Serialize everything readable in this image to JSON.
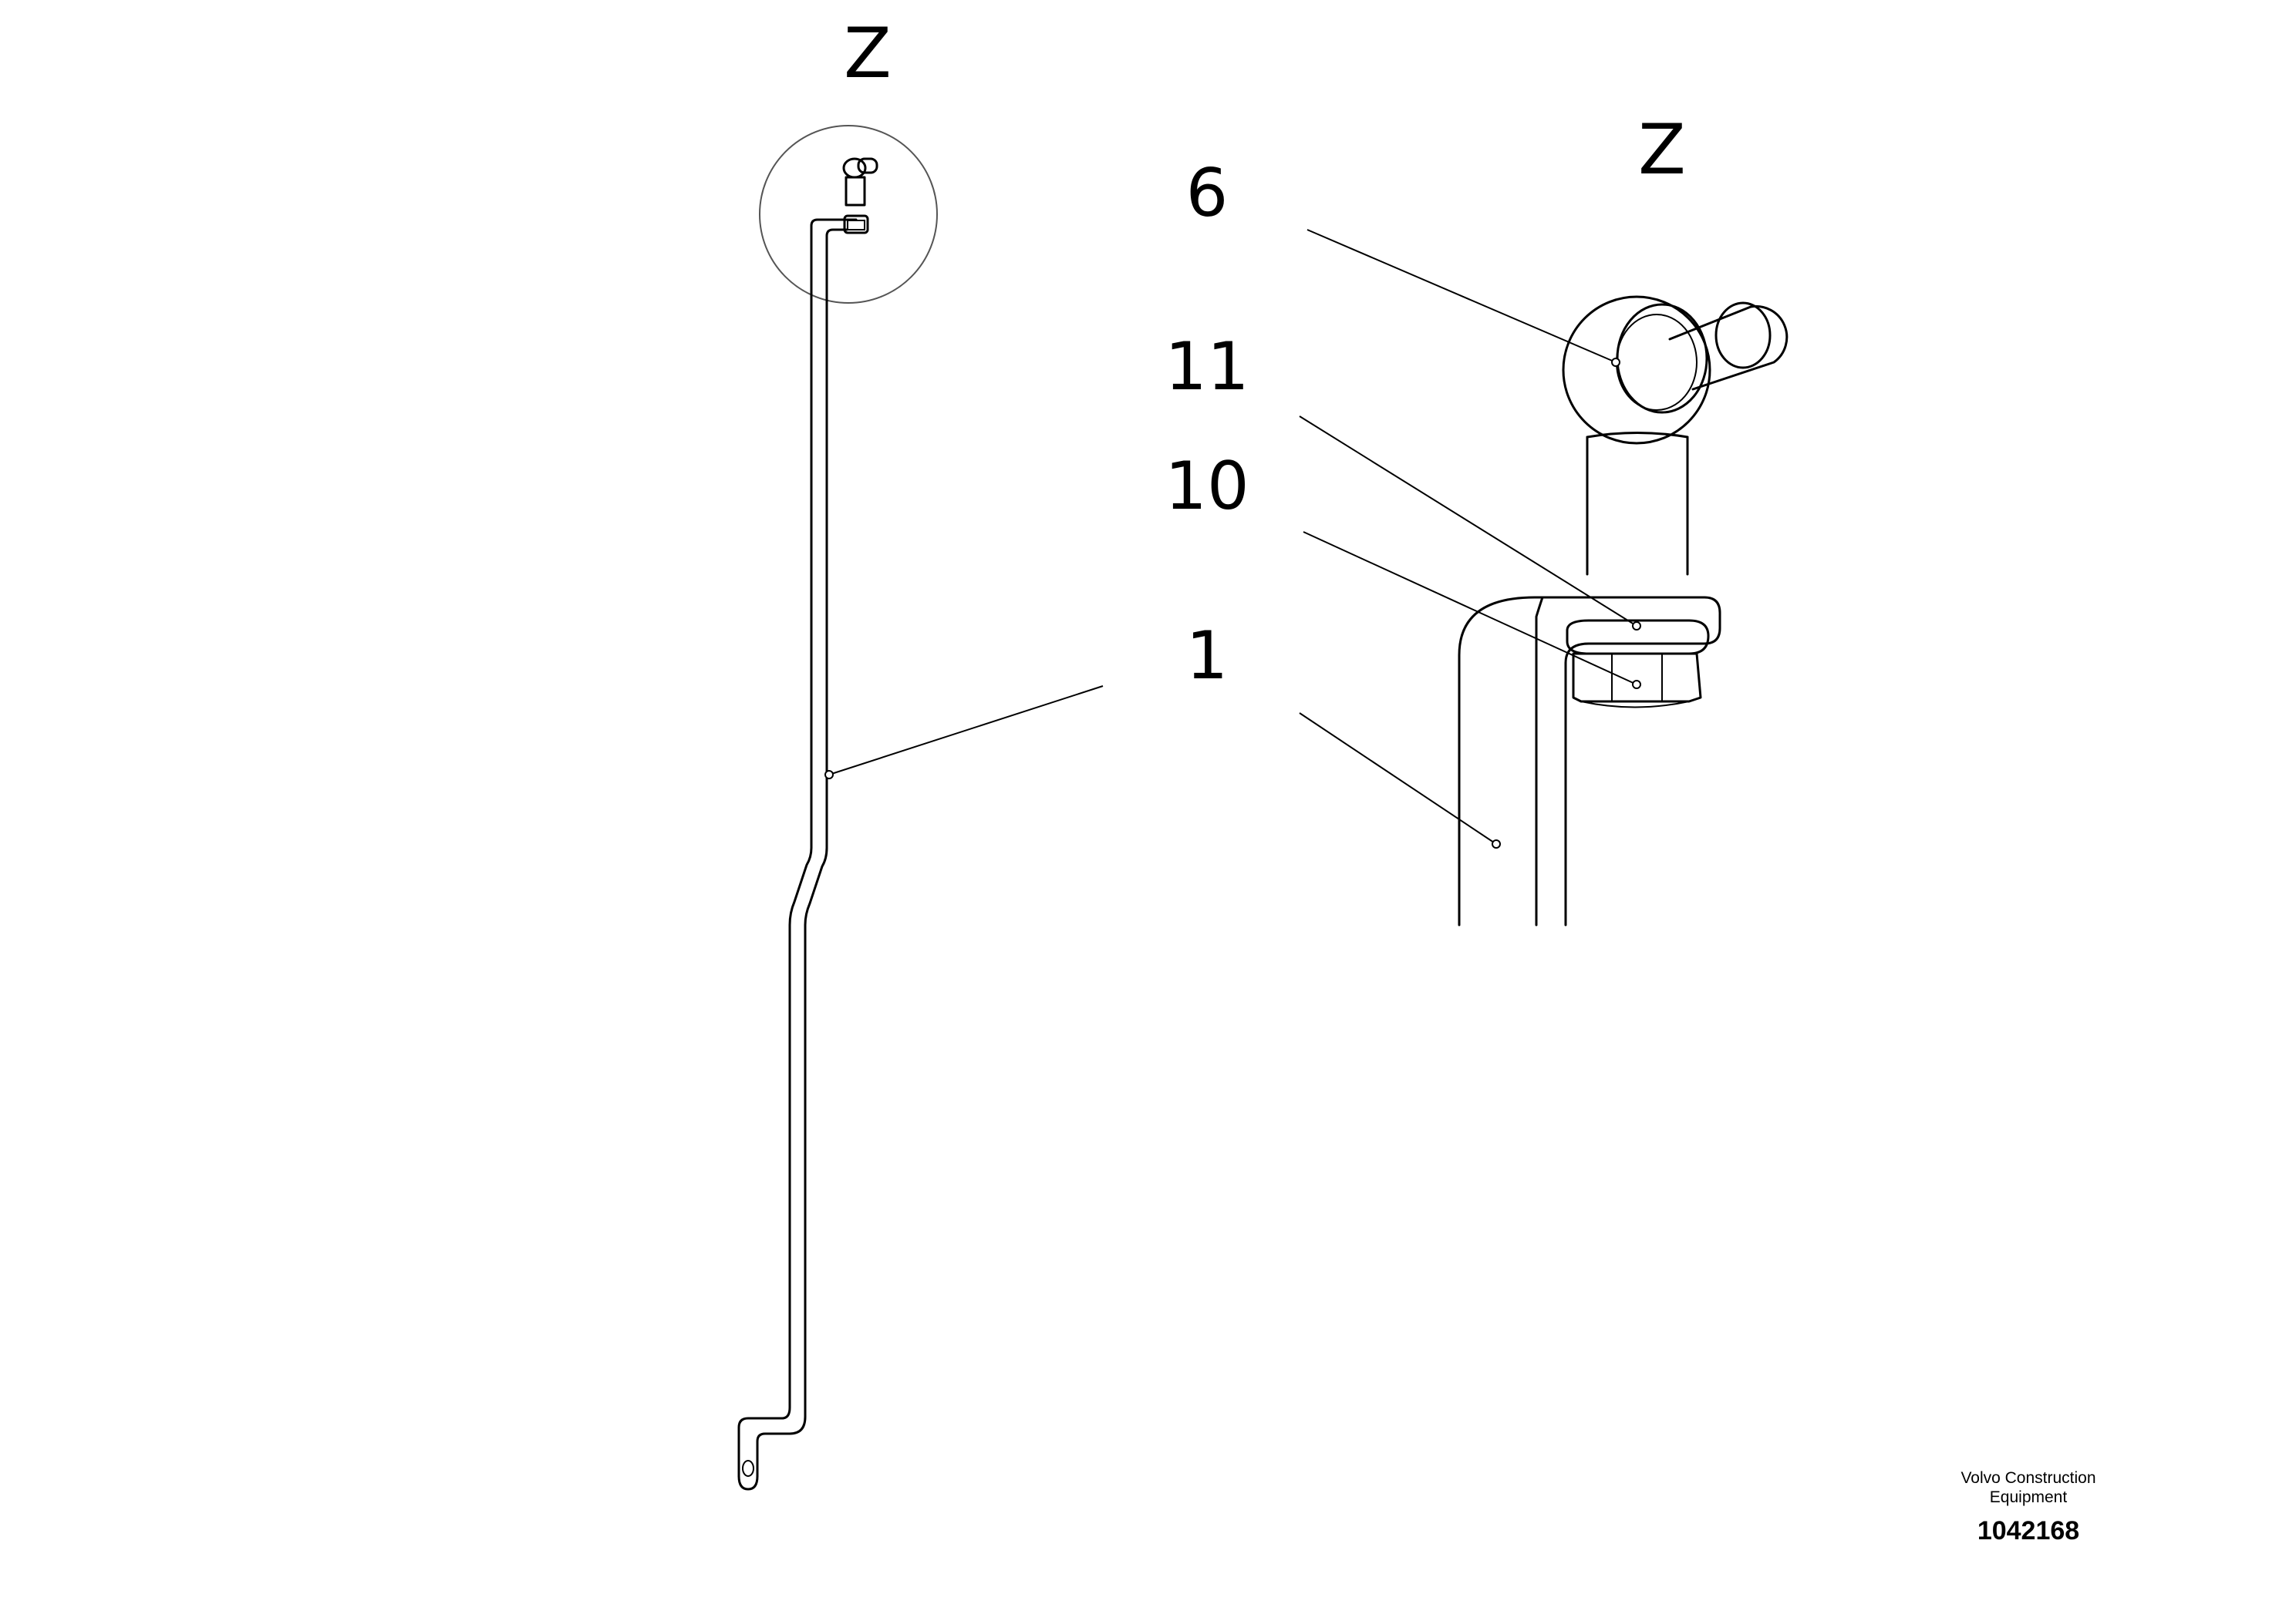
{
  "view_labels": {
    "detail_marker": "Z",
    "detail_view": "Z"
  },
  "callouts": [
    {
      "id": "6",
      "text": "6"
    },
    {
      "id": "11",
      "text": "11"
    },
    {
      "id": "10",
      "text": "10"
    },
    {
      "id": "1-detail",
      "text": "1"
    }
  ],
  "footer": {
    "company_line1": "Volvo Construction",
    "company_line2": "Equipment",
    "document_number": "1042168"
  }
}
